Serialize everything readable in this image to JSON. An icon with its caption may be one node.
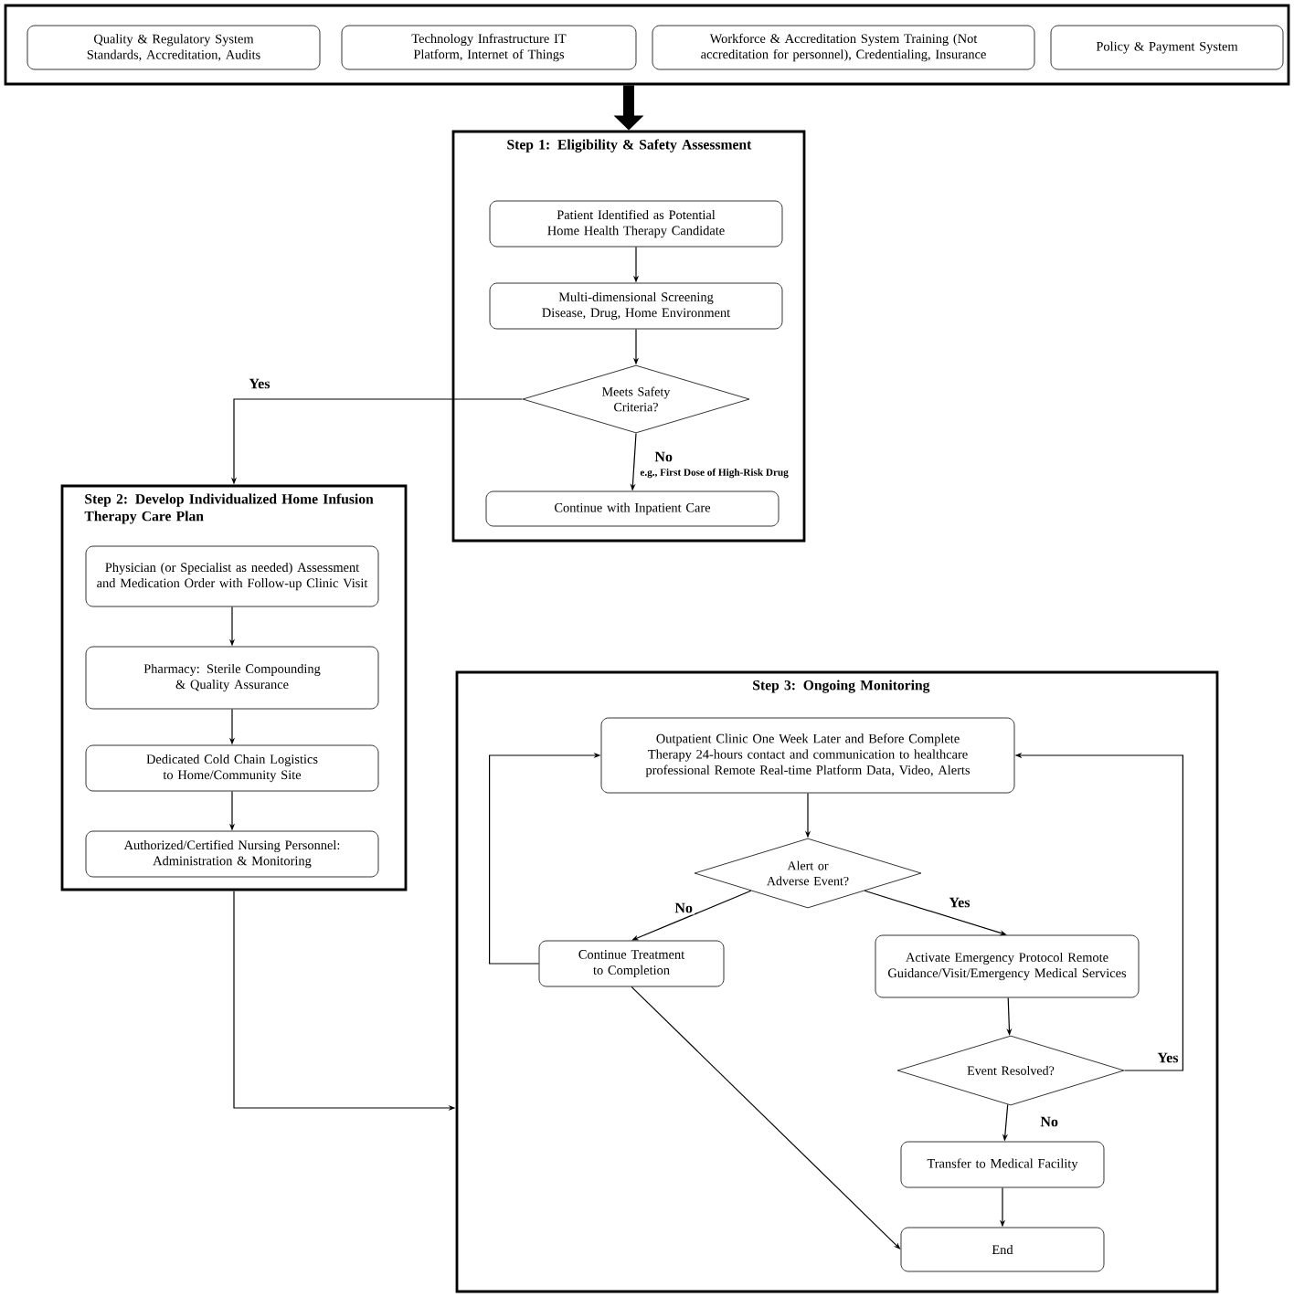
{
  "diagram": {
    "nodes": [
      {
        "text": [],
        "shape": "box"
      },
      {
        "text": [
          "Quality & Regulatory System Standards, Accreditation, Audits"
        ],
        "in": 0
      },
      {
        "text": [
          "Technology Infrastructure IT Platform, Internet of Things"
        ],
        "in": 0
      },
      {
        "text": [
          "Workforce & Accreditation System Training (Not accreditation for personnel), Credentialing, Insurance"
        ],
        "in": 0
      },
      {
        "text": [
          "Policy & Payment System"
        ],
        "in": 0
      },
      {
        "text": [
          "Step 1: Eligibility & Safety Assessment"
        ]
      },
      {
        "text": [
          "Patient Identified as Potential Home Health Therapy Candidate"
        ],
        "in": 5
      },
      {
        "text": [
          "Multi-dimensional Screening Disease, Drug, Home Environment"
        ],
        "in": 5
      },
      {
        "text": [
          "Meets Safety Criteria?"
        ],
        "in": 5
      },
      {
        "text": [
          "Continue with Inpatient Care"
        ],
        "in": 5
      },
      {
        "text": [
          "Step 2: Develop Individualized Home Infusion Therapy Care Plan"
        ]
      },
      {
        "text": [
          "Physician (or Specialist as needed) Assessment and Medication Order with Follow-up Clinic Visit"
        ],
        "in": 10
      },
      {
        "text": [
          "Pharmacy: Sterile Compounding & Quality Assurance"
        ],
        "in": 10
      },
      {
        "text": [
          "Dedicated Cold Chain Logistics to Home/Community Site"
        ],
        "in": 10
      },
      {
        "text": [
          "Authorized/Certified Nursing Personnel: Administration & Monitoring"
        ],
        "in": 10
      },
      {
        "text": [
          "Step 3: Ongoing Monitoring"
        ]
      },
      {
        "text": [
          "Outpatient Clinic One Week Later and Before Complete Therapy 24-hours contact and communication to healthcare professional Remote Real-time Platform Data, Video, Alerts"
        ],
        "in": 15
      },
      {
        "text": [
          "Alert or Adverse Event?"
        ],
        "in": 15
      },
      {
        "text": [
          "Continue Treatment to Completion"
        ],
        "in": 15
      },
      {
        "text": [
          "Activate Emergency Protocol Remote Guidance/Visit/Emergency Medical Services"
        ],
        "in": 15
      },
      {
        "text": [
          "Event Resolved?"
        ],
        "in": 15
      },
      {
        "text": [
          "Transfer to Medical Facility"
        ],
        "in": 15
      },
      {
        "text": [
          "End"
        ],
        "in": 15
      }
    ],
    "edges": [
      {
        "from": 0,
        "to": 5,
        "arrow": "to",
        "style": "thick"
      },
      {
        "from": 6,
        "to": 7,
        "arrow": "to"
      },
      {
        "from": 7,
        "to": 8,
        "arrow": "to"
      },
      {
        "from": 8,
        "to": 9,
        "arrow": "to",
        "label": "No"
      },
      {
        "from": 8,
        "to": 10,
        "arrow": "to",
        "label": "Yes"
      },
      {
        "from": 11,
        "to": 12,
        "arrow": "to"
      },
      {
        "from": 12,
        "to": 13,
        "arrow": "to"
      },
      {
        "from": 13,
        "to": 14,
        "arrow": "to"
      },
      {
        "from": 10,
        "to": 15,
        "arrow": "to"
      },
      {
        "from": 16,
        "to": 17,
        "arrow": "to"
      },
      {
        "from": 17,
        "to": 18,
        "arrow": "to",
        "label": "No"
      },
      {
        "from": 17,
        "to": 19,
        "arrow": "to",
        "label": "Yes"
      },
      {
        "from": 18,
        "to": 16,
        "arrow": "to"
      },
      {
        "from": 19,
        "to": 20,
        "arrow": "to"
      },
      {
        "from": 20,
        "to": 16,
        "arrow": "to",
        "label": "Yes"
      },
      {
        "from": 20,
        "to": 21,
        "arrow": "to",
        "label": "No"
      },
      {
        "from": 21,
        "to": 22,
        "arrow": "to"
      },
      {
        "from": 18,
        "to": 22,
        "arrow": "to"
      }
    ],
    "labels": [
      "e.g., First Dose of High-Risk Drug"
    ]
  }
}
